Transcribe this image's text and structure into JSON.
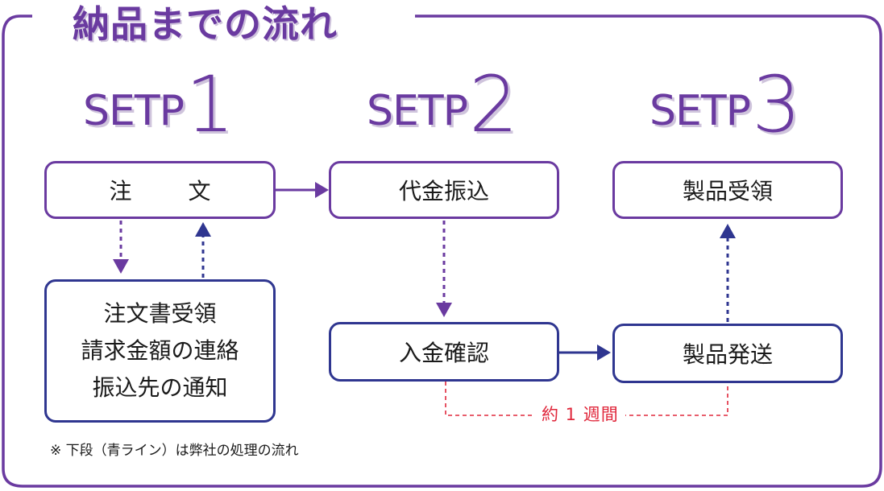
{
  "title": "納品までの流れ",
  "steps": [
    {
      "word": "SETP",
      "number": "1"
    },
    {
      "word": "SETP",
      "number": "2"
    },
    {
      "word": "SETP",
      "number": "3"
    }
  ],
  "boxes": {
    "order": {
      "part1": "注",
      "part2": "文"
    },
    "payment": "代金振込",
    "receive": "製品受領",
    "order_process": [
      "注文書受領",
      "請求金額の連絡",
      "振込先の通知"
    ],
    "deposit": "入金確認",
    "shipping": "製品発送"
  },
  "duration_label": "約 1 週間",
  "note": "※ 下段（青ライン）は弊社の処理の流れ",
  "colors": {
    "customer_flow": "#6a3aa0",
    "company_flow": "#2f3690",
    "duration": "#e0283c"
  }
}
